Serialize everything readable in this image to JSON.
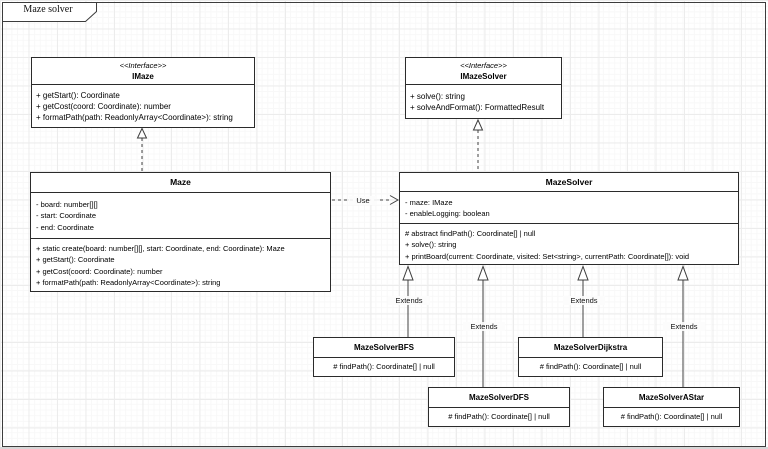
{
  "frame": {
    "tab_label": "Maze solver"
  },
  "classes": {
    "imaze": {
      "stereotype": "<<Interface>>",
      "name": "IMaze",
      "methods": [
        "+ getStart(): Coordinate",
        "+ getCost(coord: Coordinate): number",
        "+ formatPath(path: ReadonlyArray<Coordinate>): string"
      ]
    },
    "imazesolver": {
      "stereotype": "<<Interface>>",
      "name": "IMazeSolver",
      "methods": [
        "+ solve(): string",
        "+ solveAndFormat(): FormattedResult"
      ]
    },
    "maze": {
      "name": "Maze",
      "attributes": [
        "- board: number[][]",
        "- start: Coordinate",
        "- end: Coordinate"
      ],
      "methods": [
        "+ static create(board: number[][], start: Coordinate, end: Coordinate): Maze",
        "+ getStart(): Coordinate",
        "+ getCost(coord: Coordinate): number",
        "+ formatPath(path: ReadonlyArray<Coordinate>): string"
      ]
    },
    "mazesolver": {
      "name": "MazeSolver",
      "attributes": [
        "- maze: IMaze",
        "- enableLogging: boolean"
      ],
      "methods": [
        "# abstract findPath(): Coordinate[] | null",
        "+ solve(): string",
        "+ printBoard(current: Coordinate, visited: Set<string>, currentPath: Coordinate[]): void"
      ]
    },
    "bfs": {
      "name": "MazeSolverBFS",
      "methods": [
        "# findPath(): Coordinate[] | null"
      ]
    },
    "dfs": {
      "name": "MazeSolverDFS",
      "methods": [
        "# findPath(): Coordinate[] | null"
      ]
    },
    "dijkstra": {
      "name": "MazeSolverDijkstra",
      "methods": [
        "# findPath(): Coordinate[] | null"
      ]
    },
    "astar": {
      "name": "MazeSolverAStar",
      "methods": [
        "# findPath(): Coordinate[] | null"
      ]
    }
  },
  "connectors": {
    "use_label": "Use",
    "extends_labels": [
      "Extends",
      "Extends",
      "Extends",
      "Extends"
    ]
  },
  "colors": {
    "shape_fill": "#ffffff",
    "shape_stroke": "#2b2b2b",
    "canvas_grid_major": "#ececec",
    "canvas_grid_minor": "#f8f8f8"
  }
}
